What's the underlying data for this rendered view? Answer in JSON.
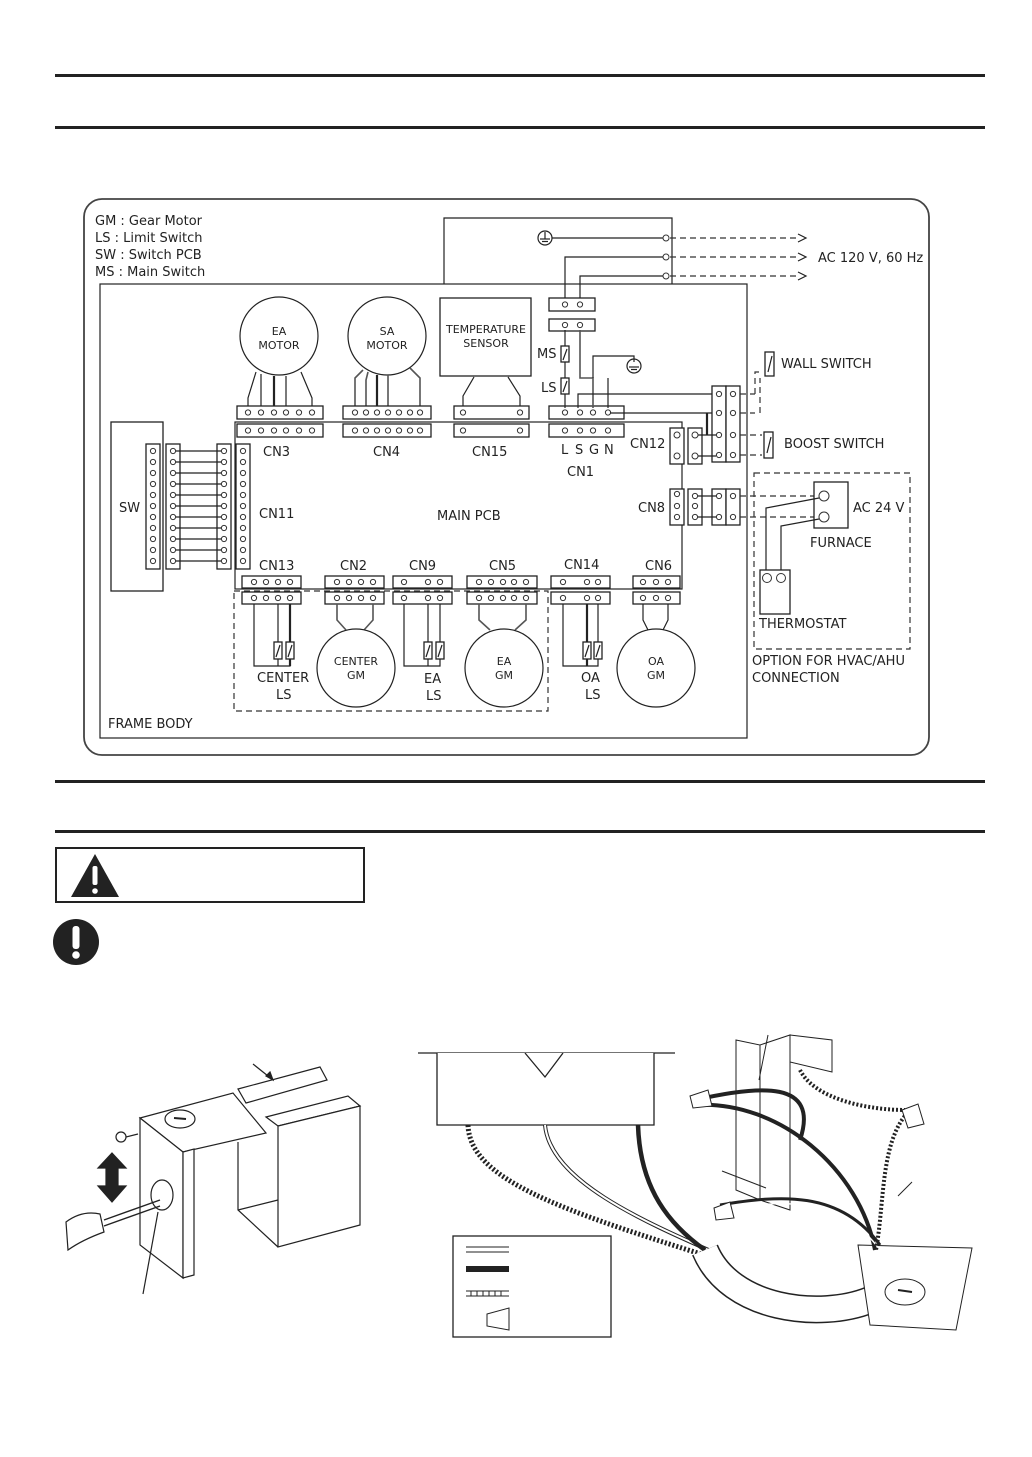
{
  "diagram": {
    "legend": [
      "GM : Gear Motor",
      "LS : Limit Switch",
      "SW : Switch PCB",
      "MS : Main Switch"
    ],
    "power_label": "AC 120 V, 60 Hz",
    "motors": {
      "ea_motor": [
        "EA",
        "MOTOR"
      ],
      "sa_motor": [
        "SA",
        "MOTOR"
      ]
    },
    "temperature_sensor": [
      "TEMPERATURE",
      "SENSOR"
    ],
    "ms_label": "MS",
    "ls_label": "LS",
    "cn1_pins": [
      "L",
      "S",
      "G",
      "N"
    ],
    "connectors": {
      "cn3": "CN3",
      "cn4": "CN4",
      "cn15": "CN15",
      "cn1": "CN1",
      "cn12": "CN12",
      "cn11": "CN11",
      "cn8": "CN8",
      "cn13": "CN13",
      "cn2": "CN2",
      "cn9": "CN9",
      "cn5": "CN5",
      "cn14": "CN14",
      "cn6": "CN6"
    },
    "sw_label": "SW",
    "main_pcb_label": "MAIN PCB",
    "wall_switch_label": "WALL SWITCH",
    "boost_switch_label": "BOOST SWITCH",
    "ac24_label": "AC 24 V",
    "furnace_label": "FURNACE",
    "thermostat_label": "THERMOSTAT",
    "option_label": [
      "OPTION FOR HVAC/AHU",
      "CONNECTION"
    ],
    "gear_motors": {
      "center_gm": [
        "CENTER",
        "GM"
      ],
      "ea_gm": [
        "EA",
        "GM"
      ],
      "oa_gm": [
        "OA",
        "GM"
      ]
    },
    "limit_switches": {
      "center_ls": [
        "CENTER",
        "LS"
      ],
      "ea_ls": [
        "EA",
        "LS"
      ],
      "oa_ls": [
        "OA",
        "LS"
      ]
    },
    "frame_body_label": "FRAME BODY"
  },
  "warning": {
    "caution_icon": "warning-triangle-icon",
    "mandatory_icon": "exclamation-circle-icon"
  },
  "wiring_legend": {
    "items": [
      "double-line wire",
      "thick black wire",
      "ladder wire",
      "wire nut"
    ]
  }
}
